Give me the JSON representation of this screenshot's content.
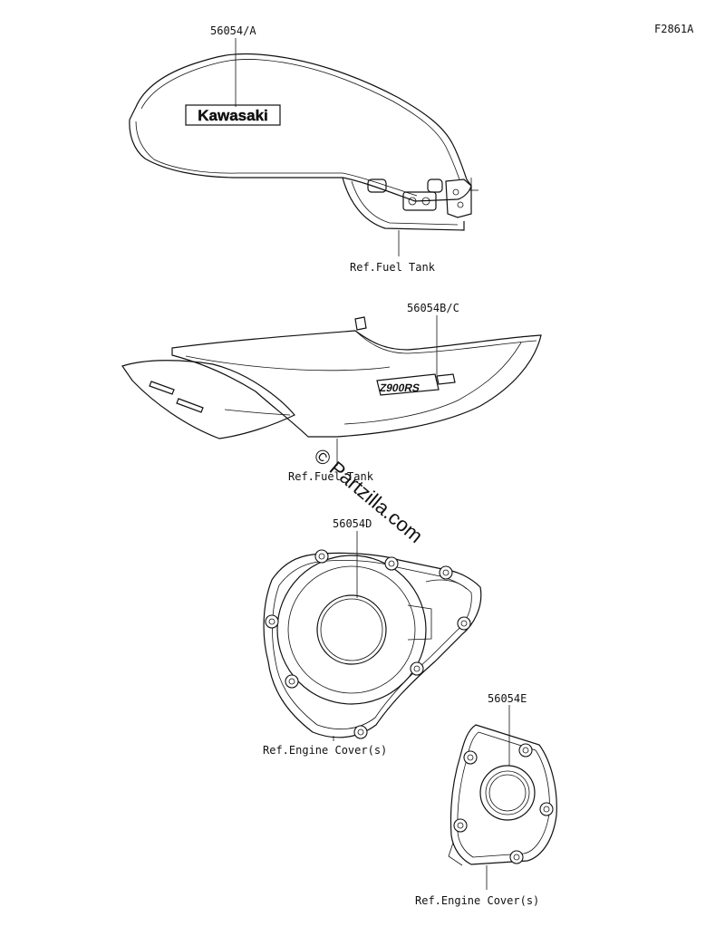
{
  "figure_code": "F2861A",
  "parts": {
    "fuel_tank_emblem": {
      "part_number": "56054/A",
      "ref": "Ref.Fuel Tank",
      "logo_text": "Kawasaki"
    },
    "side_cover_decal": {
      "part_number": "56054B/C",
      "ref": "Ref.Fuel Tank",
      "logo_text": "Z900RS"
    },
    "generator_cover_decal": {
      "part_number": "56054D"
    },
    "generator_cover_ref": {
      "ref": "Ref.Engine Cover(s)"
    },
    "pulsing_cover_decal": {
      "part_number": "56054E",
      "ref": "Ref.Engine Cover(s)"
    }
  },
  "watermark": "© Partzilla.com"
}
